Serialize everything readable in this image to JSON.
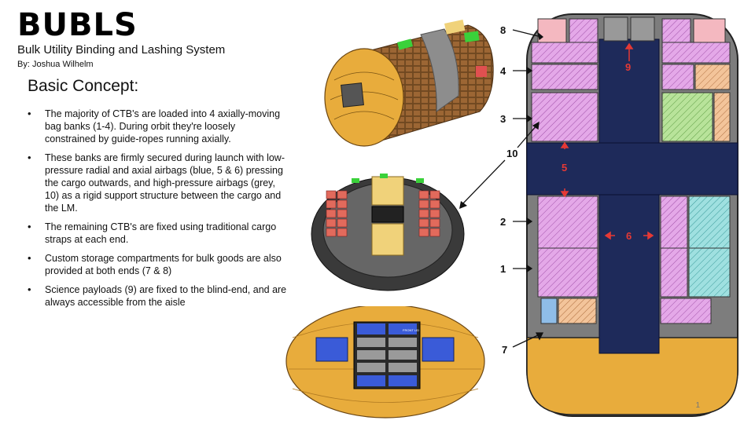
{
  "header": {
    "logo": "BUBLS",
    "subtitle": "Bulk Utility Binding and Lashing System",
    "byline": "By: Joshua Wilhelm"
  },
  "section": {
    "heading": "Basic Concept:",
    "bullets": [
      "The majority of CTB's are loaded into 4 axially-moving bag banks (1-4). During orbit they're loosely constrained by guide-ropes running axially.",
      "These banks are firmly secured during launch with low-pressure radial and axial airbags (blue, 5 & 6) pressing the cargo outwards, and high-pressure airbags (grey, 10) as a rigid support structure between the cargo and the LM.",
      "The remaining CTB's are fixed using traditional cargo straps at each end.",
      "Custom storage compartments for bulk goods are also provided at both ends (7 & 8)",
      "Science payloads (9) are fixed to the blind-end, and are always accessible from the aisle"
    ]
  },
  "diagram": {
    "callouts": [
      "8",
      "4",
      "3",
      "10",
      "2",
      "1",
      "7"
    ],
    "inner_labels": [
      "9",
      "5",
      "6"
    ],
    "payload_label": "FRONT LID"
  },
  "page_number": "1",
  "colors": {
    "hull": "#e8ac3c",
    "cargo_brown": "#8b5a2b",
    "airbag_blue": "#1e2a5a",
    "airbag_grey": "#8d8d8d",
    "ctb_pink": "#e4a8e8",
    "ctb_green": "#b8e39a",
    "ctb_cyan": "#9fe0e0",
    "ctb_peach": "#f3c49a",
    "label_red": "#e53935"
  }
}
